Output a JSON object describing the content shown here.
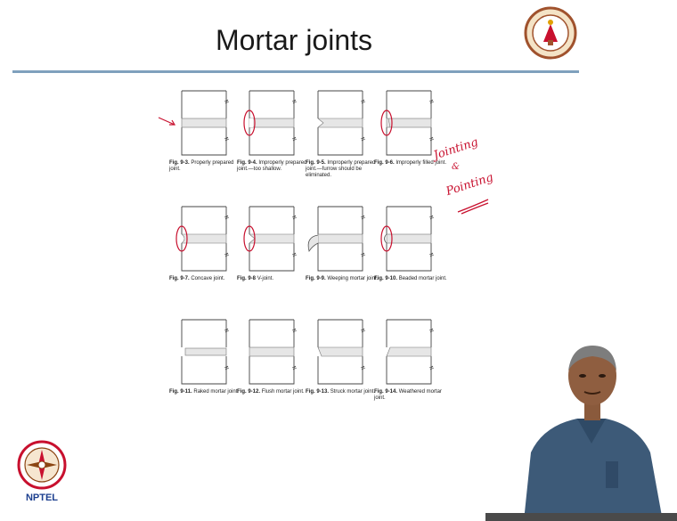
{
  "slide": {
    "title": "Mortar joints"
  },
  "logos": {
    "institute": "IIT Madras seal",
    "nptel": "NPTEL"
  },
  "figures": [
    {
      "num": "Fig. 9-3.",
      "caption": "Properly prepared joint."
    },
    {
      "num": "Fig. 9-4.",
      "caption": "Improperly prepared joint.—too shallow."
    },
    {
      "num": "Fig. 9-5.",
      "caption": "Improperly prepared joint.—furrow should be eliminated."
    },
    {
      "num": "Fig. 9-6.",
      "caption": "Improperly filled joint."
    },
    {
      "num": "Fig. 9-7.",
      "caption": "Concave joint."
    },
    {
      "num": "Fig. 9-8",
      "caption": "V-joint."
    },
    {
      "num": "Fig. 9-9.",
      "caption": "Weeping mortar joint."
    },
    {
      "num": "Fig. 9-10.",
      "caption": "Beaded mortar joint."
    },
    {
      "num": "Fig. 9-11.",
      "caption": "Raked mortar joint."
    },
    {
      "num": "Fig. 9-12.",
      "caption": "Flush mortar joint."
    },
    {
      "num": "Fig. 9-13.",
      "caption": "Struck mortar joint."
    },
    {
      "num": "Fig. 9-14.",
      "caption": "Weathered mortar joint."
    }
  ],
  "handwriting": {
    "line1": "Jointing",
    "line2": "&",
    "line3": "Pointing"
  },
  "colors": {
    "rule": "#7fa0bd",
    "ink": "#c8102e"
  }
}
